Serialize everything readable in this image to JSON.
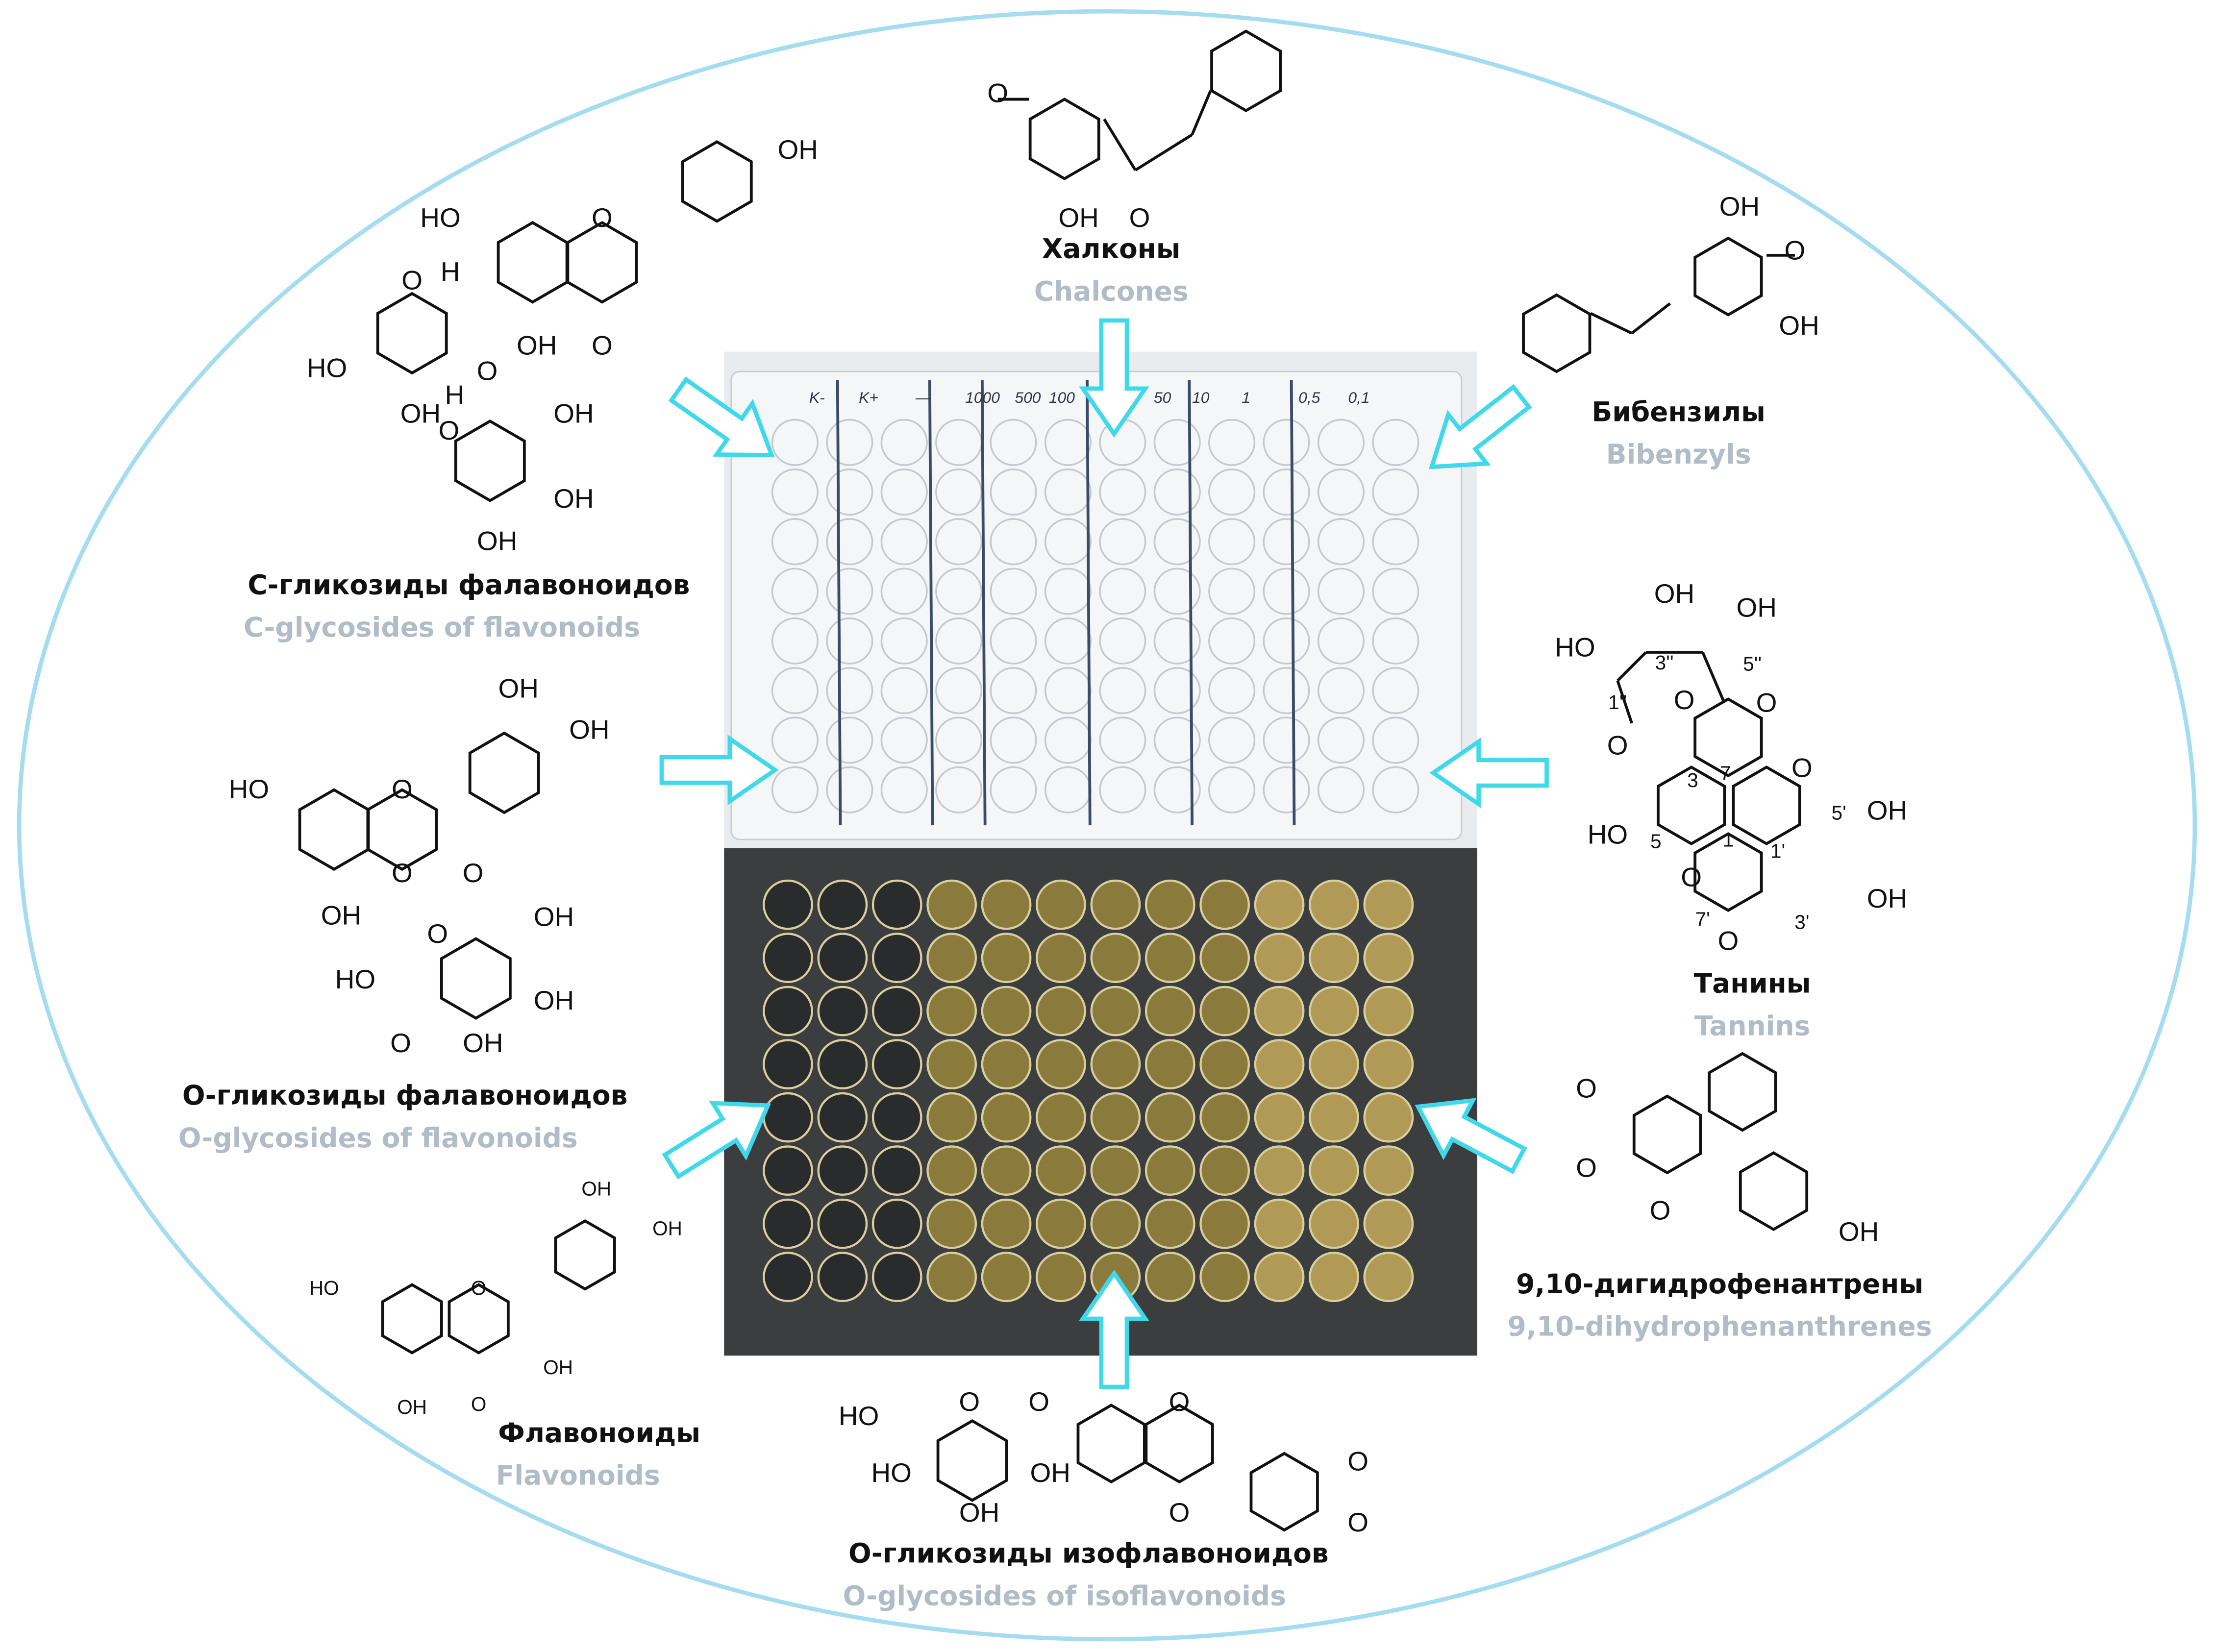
{
  "colors": {
    "ellipse": "#a6dcf0",
    "arrow": "#3fd9ea",
    "en_label": "#b1bcc6",
    "well_fill": "#8a7a3c",
    "plate_dark": "#3c3d3f"
  },
  "classes": [
    {
      "id": "chalcones",
      "ru": "Халконы",
      "en": "Chalcones"
    },
    {
      "id": "bibenzyls",
      "ru": "Бибензилы",
      "en": "Bibenzyls"
    },
    {
      "id": "c-glycosides",
      "ru": "С-гликозиды фалавоноидов",
      "en": "C-glycosides of flavonoids"
    },
    {
      "id": "tannins",
      "ru": "Танины",
      "en": "Tannins"
    },
    {
      "id": "o-glycosides",
      "ru": "О-гликозиды фалавоноидов",
      "en": "O-glycosides of flavonoids"
    },
    {
      "id": "dihydrophenanthrenes",
      "ru": "9,10-дигидрофенантрены",
      "en": "9,10-dihydrophenanthrenes"
    },
    {
      "id": "flavonoids",
      "ru": "Флавоноиды",
      "en": "Flavonoids"
    },
    {
      "id": "isoflavonoid-glycosides",
      "ru": "О-гликозиды изофлавоноидов",
      "en": "O-glycosides of isoflavonoids"
    }
  ],
  "structures": [
    {
      "id": "chalcone",
      "atoms": [
        "O",
        "OH",
        "O"
      ]
    },
    {
      "id": "bibenzyl",
      "atoms": [
        "OH",
        "O",
        "OH"
      ]
    },
    {
      "id": "c-glycoside",
      "atoms": [
        "HO",
        "O",
        "OH",
        "H",
        "O",
        "OH",
        "O",
        "HO",
        "OH",
        "H",
        "O",
        "OH",
        "O",
        "OH",
        "OH"
      ]
    },
    {
      "id": "tannin",
      "atoms": [
        "OH",
        "OH",
        "HO",
        "3''",
        "5''",
        "1''",
        "O",
        "O",
        "O",
        "7",
        "O",
        "3",
        "5'",
        "OH",
        "HO",
        "5",
        "1",
        "1'",
        "O",
        "7'",
        "3'",
        "OH",
        "O"
      ]
    },
    {
      "id": "o-glycoside",
      "atoms": [
        "OH",
        "OH",
        "HO",
        "O",
        "O",
        "OH",
        "O",
        "O",
        "OH",
        "HO",
        "OH",
        "O",
        "OH"
      ]
    },
    {
      "id": "dihydrophenanthrene",
      "atoms": [
        "O",
        "O",
        "O",
        "OH"
      ]
    },
    {
      "id": "flavonoid",
      "atoms": [
        "OH",
        "OH",
        "HO",
        "O",
        "OH",
        "OH",
        "O"
      ]
    },
    {
      "id": "isoflavone-glycoside",
      "atoms": [
        "HO",
        "O",
        "O",
        "O",
        "HO",
        "OH",
        "OH",
        "O",
        "O",
        "O"
      ]
    }
  ],
  "plate": {
    "column_labels": [
      "K-",
      "K+",
      "—",
      "1000",
      "500",
      "100",
      "50",
      "10",
      "1",
      "0,5",
      "0,1"
    ],
    "rows": 8,
    "columns": 12
  }
}
